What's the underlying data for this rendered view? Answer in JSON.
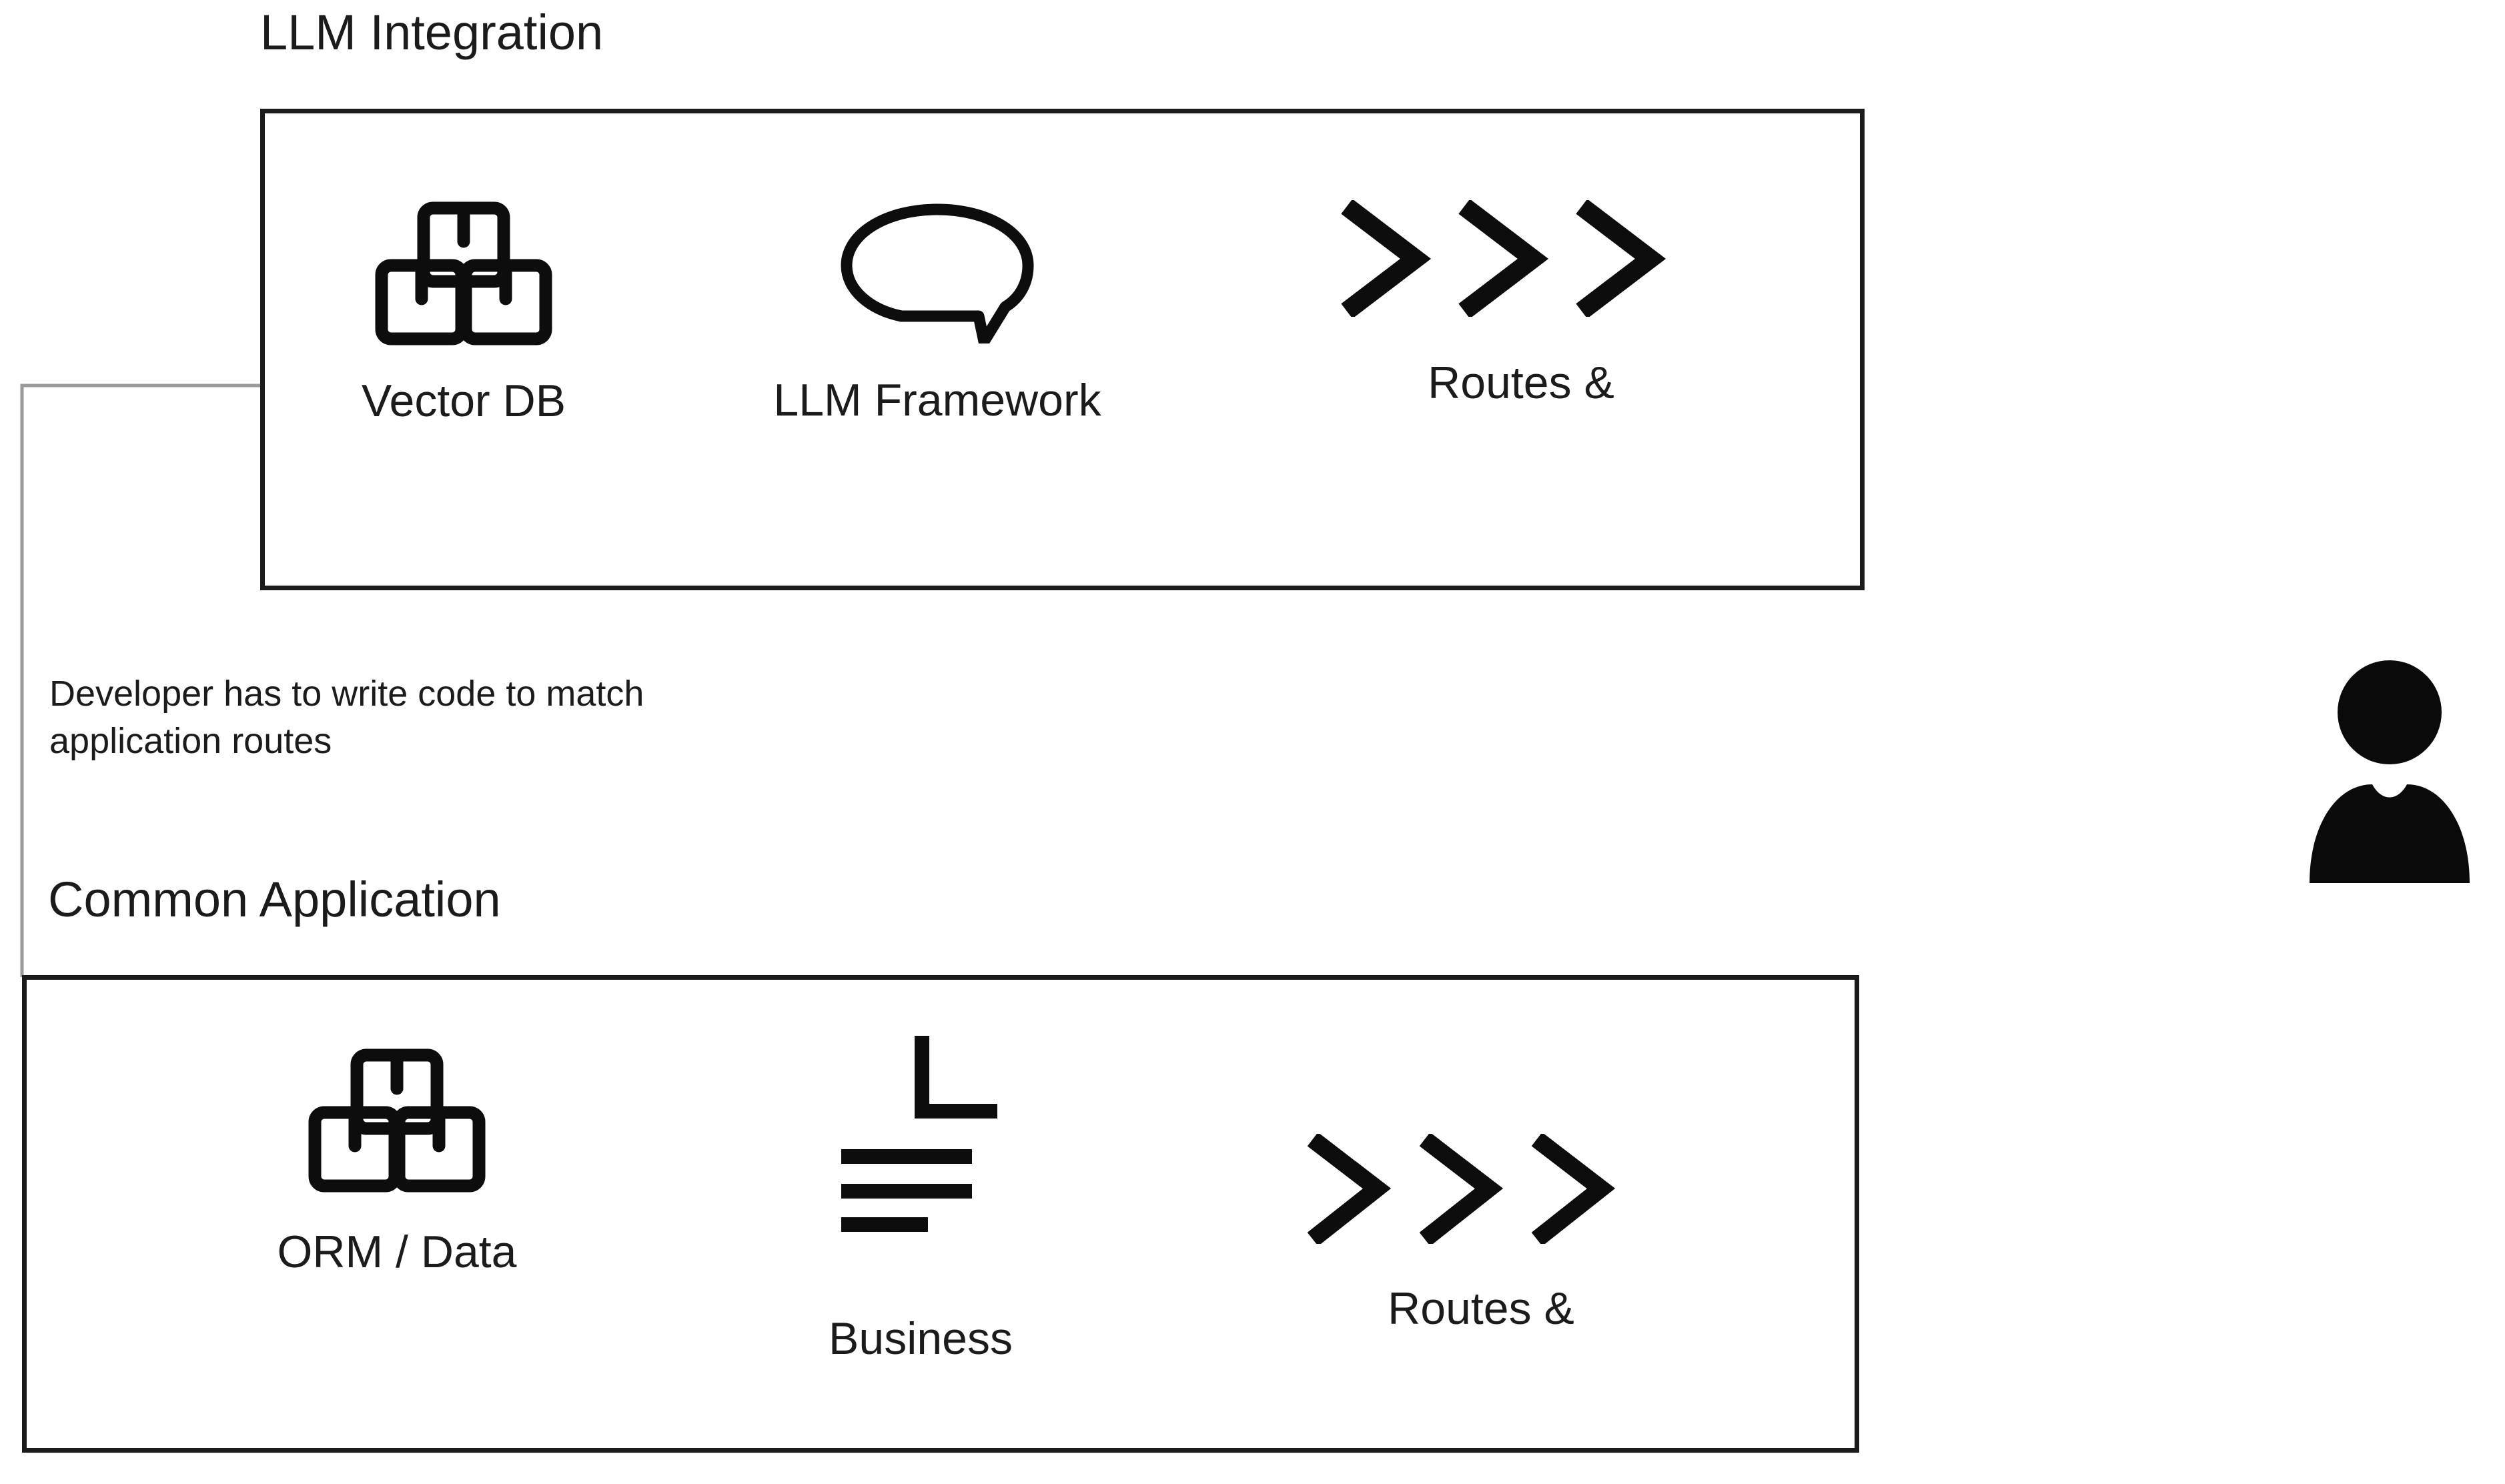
{
  "diagram": {
    "background_color": "#ffffff",
    "stroke_color": "#1b1b1b",
    "connector_color": "#9a9a9a"
  },
  "groups": [
    {
      "id": "llm-integration",
      "title": "LLM Integration",
      "items": [
        {
          "label": "Vector DB",
          "icon": "boxes-stack-icon"
        },
        {
          "label": "LLM Framework",
          "icon": "speech-bubble-icon"
        },
        {
          "label": "Routes &",
          "icon": "triple-chevron-right-icon"
        }
      ]
    },
    {
      "id": "common-application",
      "title": "Common Application",
      "items": [
        {
          "label": "ORM / Data",
          "icon": "boxes-stack-icon"
        },
        {
          "label": "Business",
          "icon": "chart-lines-icon"
        },
        {
          "label": "Routes &",
          "icon": "triple-chevron-right-icon"
        }
      ]
    }
  ],
  "annotations": {
    "developer_note": "Developer has to write code to match\napplication routes"
  },
  "actors": [
    {
      "name": "user",
      "icon": "person-icon"
    }
  ]
}
